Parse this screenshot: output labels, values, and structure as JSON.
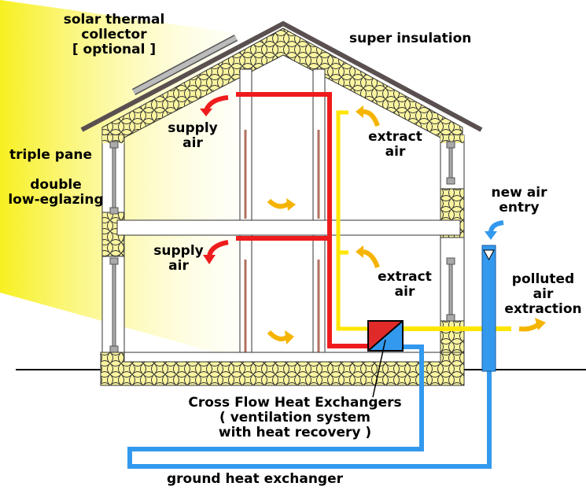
{
  "labels": {
    "solar_collector": [
      "solar thermal",
      "collector",
      "[ optional ]"
    ],
    "super_insulation": "super insulation",
    "triple_pane": "triple pane",
    "double_glazing": [
      "double",
      "low-eglazing"
    ],
    "supply_air_top": [
      "supply",
      "air"
    ],
    "supply_air_bottom": [
      "supply",
      "air"
    ],
    "extract_air_top": [
      "extract",
      "air"
    ],
    "extract_air_bottom": [
      "extract",
      "air"
    ],
    "new_air_entry": [
      "new air",
      "entry"
    ],
    "polluted_air": [
      "polluted",
      "air",
      "extraction"
    ],
    "heat_exchanger": [
      "Cross Flow Heat Exchangers",
      "( ventilation system",
      "with heat recovery )"
    ],
    "ground_heat_exchanger": "ground heat exchanger"
  },
  "colors": {
    "supply_duct": "#ee1c1c",
    "extract_duct": "#ffe600",
    "fresh_air_duct": "#3399ee",
    "insulation": "#fbf5a0",
    "roof": "#5a5050",
    "arrow": "#f5b400",
    "sunlight": "#f7f020"
  }
}
